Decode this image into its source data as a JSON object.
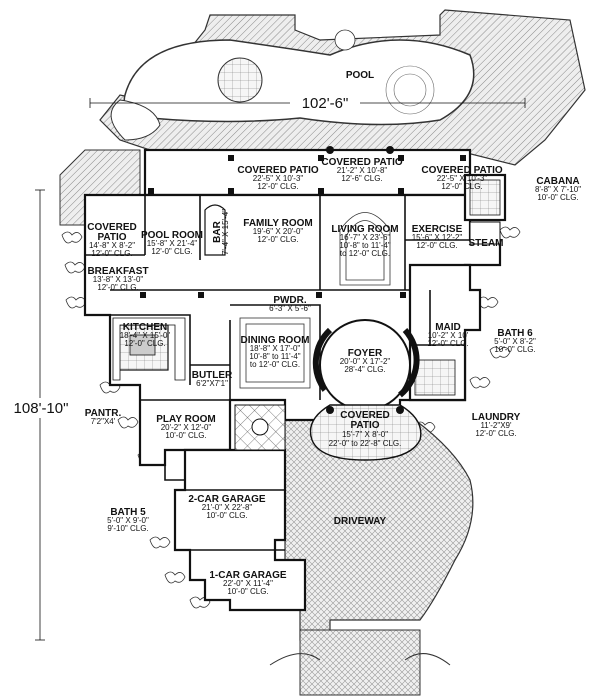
{
  "overall": {
    "width": "102'-6\"",
    "depth": "108'-10\""
  },
  "rooms": {
    "pool": {
      "name": "POOL"
    },
    "cov_patio_l": {
      "name": "COVERED PATIO",
      "dim": "22'-5\" X 10'-3\"",
      "clg": "12'-0\" CLG."
    },
    "cov_patio_c": {
      "name": "COVERED PATIO",
      "dim": "21'-2\" X 10'-8\"",
      "clg": "12'-6\" CLG."
    },
    "cov_patio_r": {
      "name": "COVERED PATIO",
      "dim": "22'-5\" X 10'-3\"",
      "clg": "12'-0\" CLG."
    },
    "cabana": {
      "name": "CABANA",
      "dim": "8'-8\" X 7'-10\"",
      "clg": "10'-0\" CLG."
    },
    "cov_patio_w": {
      "name1": "COVERED",
      "name2": "PATIO",
      "dim": "14'-8\" X 8'-2\"",
      "clg": "12'-0\" CLG."
    },
    "pool_room": {
      "name": "POOL ROOM",
      "dim": "15'-8\" X 21'-4\"",
      "clg": "12'-0\" CLG."
    },
    "bar": {
      "name": "BAR",
      "dim": "7'-4\" X 15'-4\""
    },
    "family": {
      "name": "FAMILY ROOM",
      "dim": "19'-6\" X 20'-0\"",
      "clg": "12'-0\" CLG."
    },
    "living": {
      "name": "LIVING ROOM",
      "dim": "16'-7\" X 23'-6\"",
      "clg": "10'-8\" to 11'-4\"",
      "clg2": "to 12'-0\" CLG."
    },
    "exercise": {
      "name": "EXERCISE",
      "dim": "15'-6\" X 12'-2\"",
      "clg": "12'-0\" CLG."
    },
    "steam": {
      "name": "STEAM"
    },
    "breakfast": {
      "name": "BREAKFAST",
      "dim": "13'-8\" X 13'-0\"",
      "clg": "12'-0\" CLG."
    },
    "pwdr": {
      "name": "PWDR.",
      "dim": "6'-3\" X 5'-6\""
    },
    "kitchen": {
      "name": "KITCHEN",
      "dim": "18'-4\" X 15'-0\"",
      "clg": "12'-0\" CLG."
    },
    "dining": {
      "name": "DINING ROOM",
      "dim": "18'-8\" X 17'-0\"",
      "clg": "10'-8\" to 11'-4\"",
      "clg2": "to 12'-0\" CLG."
    },
    "maid": {
      "name": "MAID",
      "dim": "10'-2\" X 10'",
      "clg": "12'-0\" CLG."
    },
    "bath6": {
      "name": "BATH 6",
      "dim": "5'-0\" X 8'-2\"",
      "clg": "10'-0\" CLG."
    },
    "foyer": {
      "name": "FOYER",
      "dim": "20'-0\" X 17'-2\"",
      "clg": "28'-4\" CLG."
    },
    "butler": {
      "name": "BUTLER",
      "dim": "6'2\"X7'1\""
    },
    "play": {
      "name": "PLAY ROOM",
      "dim": "20'-2\" X 12'-0\"",
      "clg": "10'-0\" CLG."
    },
    "pantry": {
      "name": "PANTR.",
      "dim": "7'2\"X4'"
    },
    "laundry": {
      "name": "LAUNDRY",
      "dim": "11'-2\"X9'",
      "clg": "12'-0\" CLG."
    },
    "cov_patio_f": {
      "name1": "COVERED",
      "name2": "PATIO",
      "dim": "15'-7\" X 8'-0\"",
      "clg": "22'-0\" to 22'-8\" CLG."
    },
    "garage2": {
      "name": "2-CAR GARAGE",
      "dim": "21'-0\" X 22'-8\"",
      "clg": "10'-0\" CLG."
    },
    "garage1": {
      "name": "1-CAR GARAGE",
      "dim": "22'-0\" X 11'-4\"",
      "clg": "10'-0\" CLG."
    },
    "driveway": {
      "name": "DRIVEWAY"
    },
    "bath5": {
      "name": "BATH 5",
      "dim": "5'-0\" X 9'-0\"",
      "clg": "9'-10\" CLG."
    }
  }
}
